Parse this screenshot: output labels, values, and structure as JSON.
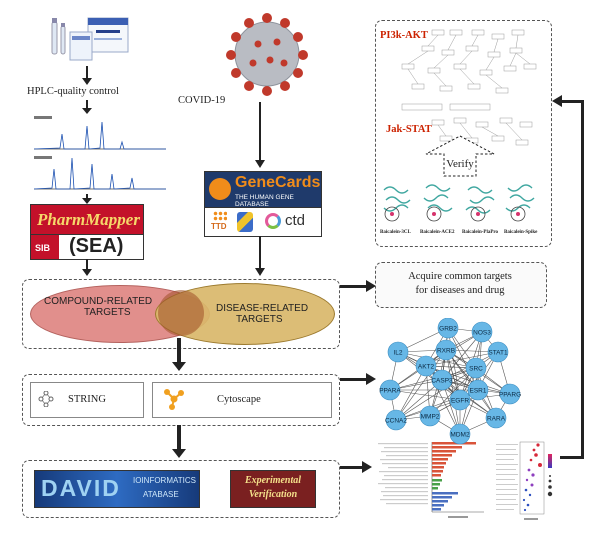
{
  "left_column": {
    "hplc_label": "HPLC-quality control"
  },
  "covid": {
    "label": "COVID-19"
  },
  "databases": {
    "pharmmapper": "PharmMapper",
    "sib_sea": "(SEA)",
    "sib_logo": "SIB",
    "genecards_title": "GeneCards",
    "genecards_sub": "THE HUMAN GENE DATABASE",
    "ttd": "TTD",
    "ctd": "ctd",
    "david": "DAVID",
    "david_sub1": "IOINFORMATICS",
    "david_sub2": "ATABASE",
    "experimental_verification": "Experimental Verification"
  },
  "venn": {
    "left_label_line1": "COMPOUND-RELATED",
    "left_label_line2": "TARGETS",
    "right_label_line1": "DISEASE-RELATED",
    "right_label_line2": "TARGETS"
  },
  "acquire": {
    "line1": "Acquire common targets",
    "line2": "for diseases and drug"
  },
  "tools": {
    "string_label": "STRING",
    "cytoscape_label": "Cytoscape"
  },
  "pathways": {
    "pi3k": "PI3k-AKT",
    "jak": "Jak-STAT",
    "verify": "Verify",
    "dock_labels": [
      "Baicalein-3CL",
      "Baicalein-ACE2",
      "Baicalein-PlaPro",
      "Baicalein-Spike"
    ]
  },
  "network": {
    "nodes": [
      "GRB2",
      "NOS3",
      "IL2",
      "RXRB",
      "STAT1",
      "AKT2",
      "SRC",
      "CASP3",
      "PPARA",
      "ESR1",
      "PPARG",
      "EGFR",
      "CCNA2",
      "MMP2",
      "RARA",
      "MDM2"
    ]
  },
  "colors": {
    "venn_left": "#e08a86",
    "venn_right": "#d9b76a",
    "node": "#67b7e6",
    "pathway_red": "#cc2200"
  }
}
